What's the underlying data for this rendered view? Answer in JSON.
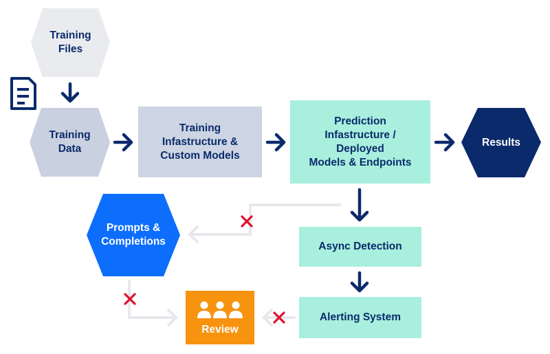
{
  "nodes": {
    "training_files": {
      "label": "Training\nFiles",
      "fill": "#e9ebef"
    },
    "training_data": {
      "label": "Training\nData",
      "fill": "#c9d0e0"
    },
    "training_infra": {
      "label": "Training\nInfastructure &\nCustom Models",
      "fill": "#cdd4e3"
    },
    "prediction_infra": {
      "label": "Prediction\nInfastructure /\nDeployed\nModels & Endpoints",
      "fill": "#a8efdd"
    },
    "results": {
      "label": "Results",
      "fill": "#0b2a6b"
    },
    "prompts": {
      "label": "Prompts &\nCompletions",
      "fill": "#0d6efd"
    },
    "async_detection": {
      "label": "Async Detection",
      "fill": "#a8efdd"
    },
    "alerting_system": {
      "label": "Alerting System",
      "fill": "#a8efdd"
    },
    "review": {
      "label": "Review",
      "fill": "#f7930e"
    }
  },
  "colors": {
    "arrow": "#0b2a6b",
    "blocked_path": "#e6e8ec",
    "blocked_mark": "#e0102f",
    "document_icon": "#0b2a6b"
  },
  "icons": {
    "document": "document-icon",
    "people": "people-icon",
    "blocked": "x-mark-icon"
  }
}
